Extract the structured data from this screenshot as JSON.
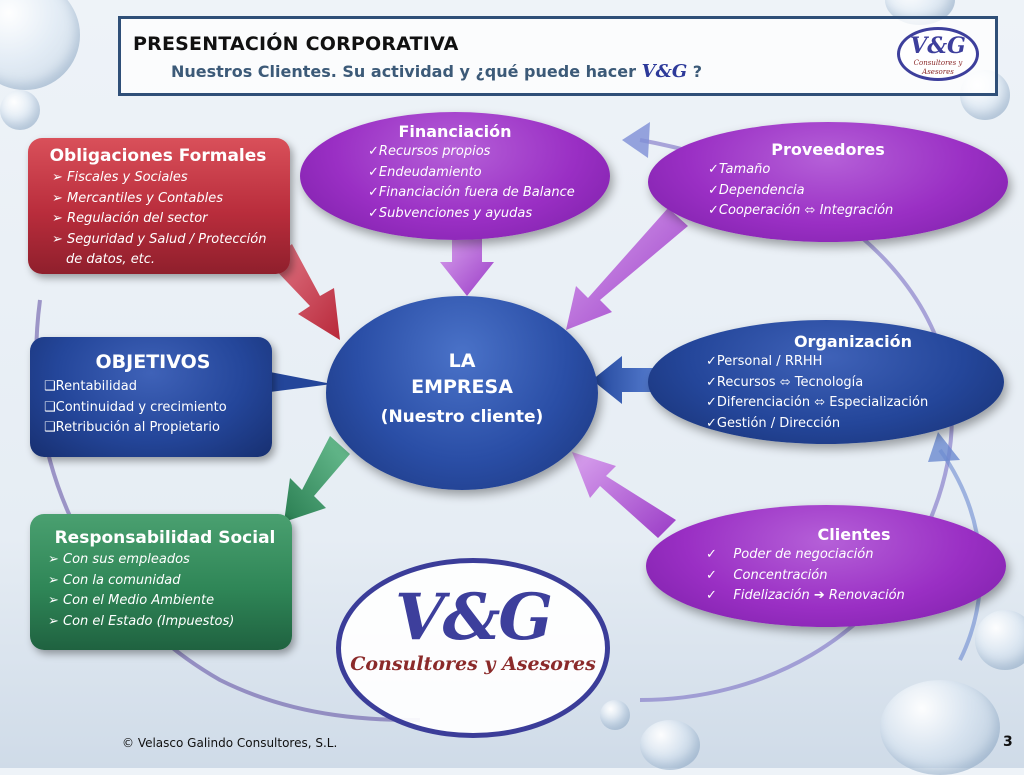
{
  "header": {
    "title": "PRESENTACIÓN CORPORATIVA",
    "subtitle": "Nuestros Clientes. Su actividad y ¿qué puede hacer",
    "subtitle_brand": "V&G",
    "subtitle_end": "?"
  },
  "logo": {
    "mark": "V&G",
    "tagline": "Consultores y Asesores"
  },
  "center": {
    "line1": "LA",
    "line2": "EMPRESA",
    "line3": "(Nuestro cliente)"
  },
  "obligaciones": {
    "title": "Obligaciones Formales",
    "items": [
      "Fiscales y Sociales",
      "Mercantiles y Contables",
      "Regulación del sector",
      "Seguridad y Salud / Protección",
      "de datos, etc."
    ]
  },
  "financiacion": {
    "title": "Financiación",
    "items": [
      "Recursos propios",
      "Endeudamiento",
      "Financiación fuera de Balance",
      "Subvenciones y ayudas"
    ]
  },
  "proveedores": {
    "title": "Proveedores",
    "items": [
      "Tamaño",
      "Dependencia",
      "Cooperación",
      "Integración"
    ]
  },
  "objetivos": {
    "title": "OBJETIVOS",
    "items": [
      "Rentabilidad",
      "Continuidad y crecimiento",
      "Retribución al Propietario"
    ]
  },
  "organizacion": {
    "title": "Organización",
    "items": [
      "Personal / RRHH",
      "Recursos",
      "Tecnología",
      "Diferenciación",
      "Especialización",
      "Gestión / Dirección"
    ]
  },
  "responsabilidad": {
    "title": "Responsabilidad Social",
    "items": [
      "Con sus empleados",
      "Con la comunidad",
      "Con el Medio Ambiente",
      "Con el Estado (Impuestos)"
    ]
  },
  "clientes": {
    "title": "Clientes",
    "items": [
      "Poder de negociación",
      "Concentración",
      "Fidelización",
      "Renovación"
    ]
  },
  "footer": {
    "copyright": "© Velasco Galindo Consultores, S.L.",
    "page": "3"
  },
  "colors": {
    "purple": "#9a2fc4",
    "blue": "#24469a",
    "red": "#c2383f",
    "green": "#2e8b57",
    "border": "#2f4f78"
  }
}
